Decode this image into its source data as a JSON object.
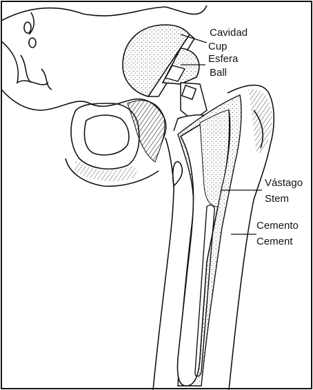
{
  "labels": {
    "cup_es": "Cavidad",
    "cup_en": "Cup",
    "ball_es": "Esfera",
    "ball_en": "Ball",
    "stem_es": "Vástago",
    "stem_en": "Stem",
    "cement_es": "Cemento",
    "cement_en": "Cement"
  },
  "colors": {
    "ink": "#111111",
    "paper": "#ffffff",
    "stipple": "#8a8a8a"
  }
}
